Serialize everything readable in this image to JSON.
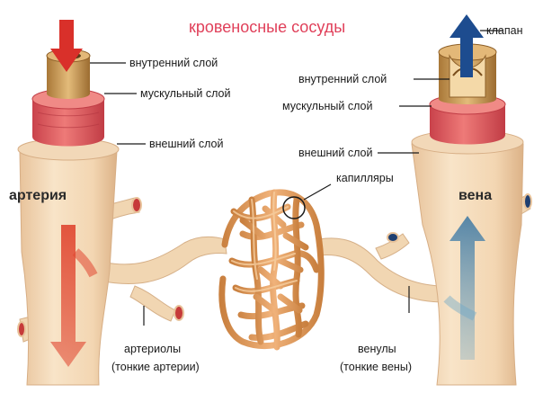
{
  "title": "кровеносные сосуды",
  "labels": {
    "artery_inner": "внутренний слой",
    "artery_muscle": "мускульный слой",
    "artery_outer": "внешний слой",
    "artery": "артерия",
    "vein_valve": "клапан",
    "vein_inner": "внутренний слой",
    "vein_muscle": "мускульный слой",
    "vein_outer": "внешний слой",
    "vein": "вена",
    "capillaries": "капилляры",
    "arterioles_1": "артериолы",
    "arterioles_2": "(тонкие артерии)",
    "venules_1": "венулы",
    "venules_2": "(тонкие вены)"
  },
  "colors": {
    "title": "#e0405a",
    "vessel_skin": "#f3d9b6",
    "muscle": "#d9555c",
    "capillary": "#dd9a5a",
    "artery_flow": "#d94030",
    "vein_flow": "#1f4a8a"
  },
  "icons": {
    "artery_arrow": "red-down-arrow",
    "vein_arrow": "blue-up-arrow"
  }
}
